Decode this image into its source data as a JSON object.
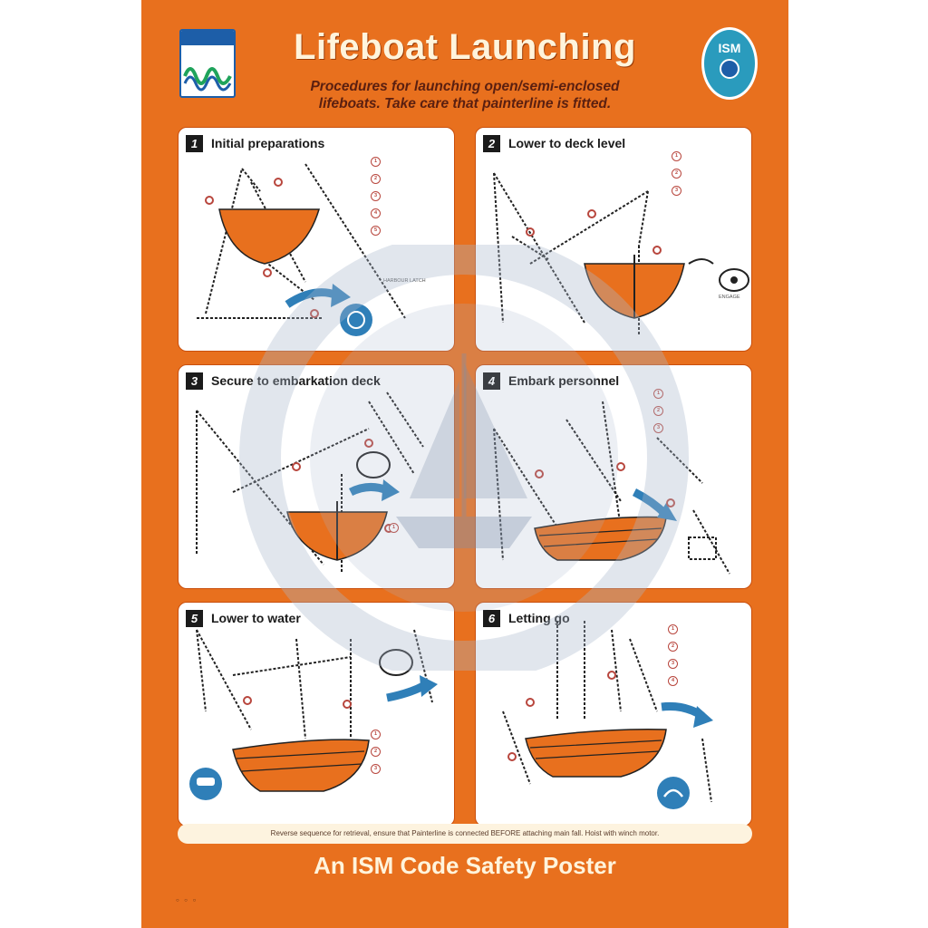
{
  "poster": {
    "title": "Lifeboat Launching",
    "subtitle_line1": "Procedures for launching open/semi-enclosed",
    "subtitle_line2": "lifeboats. Take care that painterline is fitted.",
    "logo_right_text": "ISM",
    "footer_note": "Reverse sequence for retrieval, ensure that Painterline is connected BEFORE attaching main fall. Hoist with winch motor.",
    "footer_title": "An ISM Code Safety Poster",
    "bottom_left": "○ ○ ○"
  },
  "panels": [
    {
      "number": "1",
      "title": "Initial preparations",
      "steps": [
        "1",
        "2",
        "3",
        "4",
        "5"
      ],
      "caption": "HARBOUR LATCH"
    },
    {
      "number": "2",
      "title": "Lower to deck level",
      "steps": [
        "1",
        "2",
        "3"
      ],
      "caption": "ENGAGE"
    },
    {
      "number": "3",
      "title": "Secure to embarkation deck",
      "steps": [
        "1"
      ],
      "caption": ""
    },
    {
      "number": "4",
      "title": "Embark personnel",
      "steps": [
        "1",
        "2",
        "3"
      ],
      "caption": ""
    },
    {
      "number": "5",
      "title": "Lower to water",
      "steps": [
        "1",
        "2",
        "3"
      ],
      "caption": ""
    },
    {
      "number": "6",
      "title": "Letting go",
      "steps": [
        "1",
        "2",
        "3",
        "4"
      ],
      "caption": ""
    }
  ],
  "colors": {
    "poster_orange": "#e8701e",
    "boat_orange": "#e8701e",
    "arrow_blue": "#2f7fb8",
    "step_marker": "#b8463d"
  }
}
